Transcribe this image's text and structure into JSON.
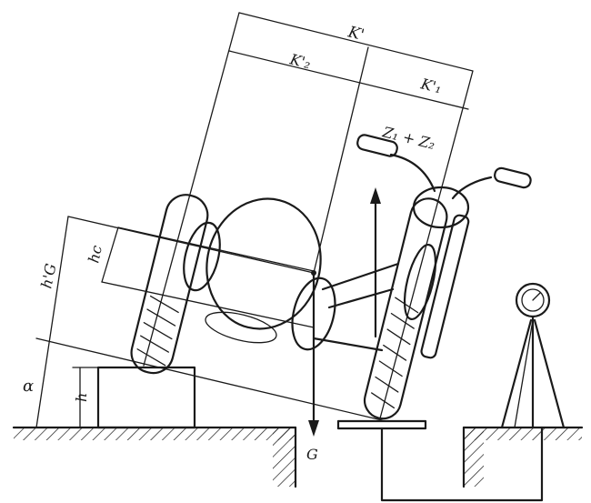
{
  "labels": {
    "K": "K'",
    "K2": "K'₂",
    "K1": "K'₁",
    "Z": "Z₁ + Z₂",
    "hG": "h'G",
    "hc": "hc",
    "h": "h",
    "alpha": "α",
    "G": "G"
  },
  "icons": {
    "gauge": "dial-indicator-icon",
    "hatch": "ground-hatch-icon"
  }
}
